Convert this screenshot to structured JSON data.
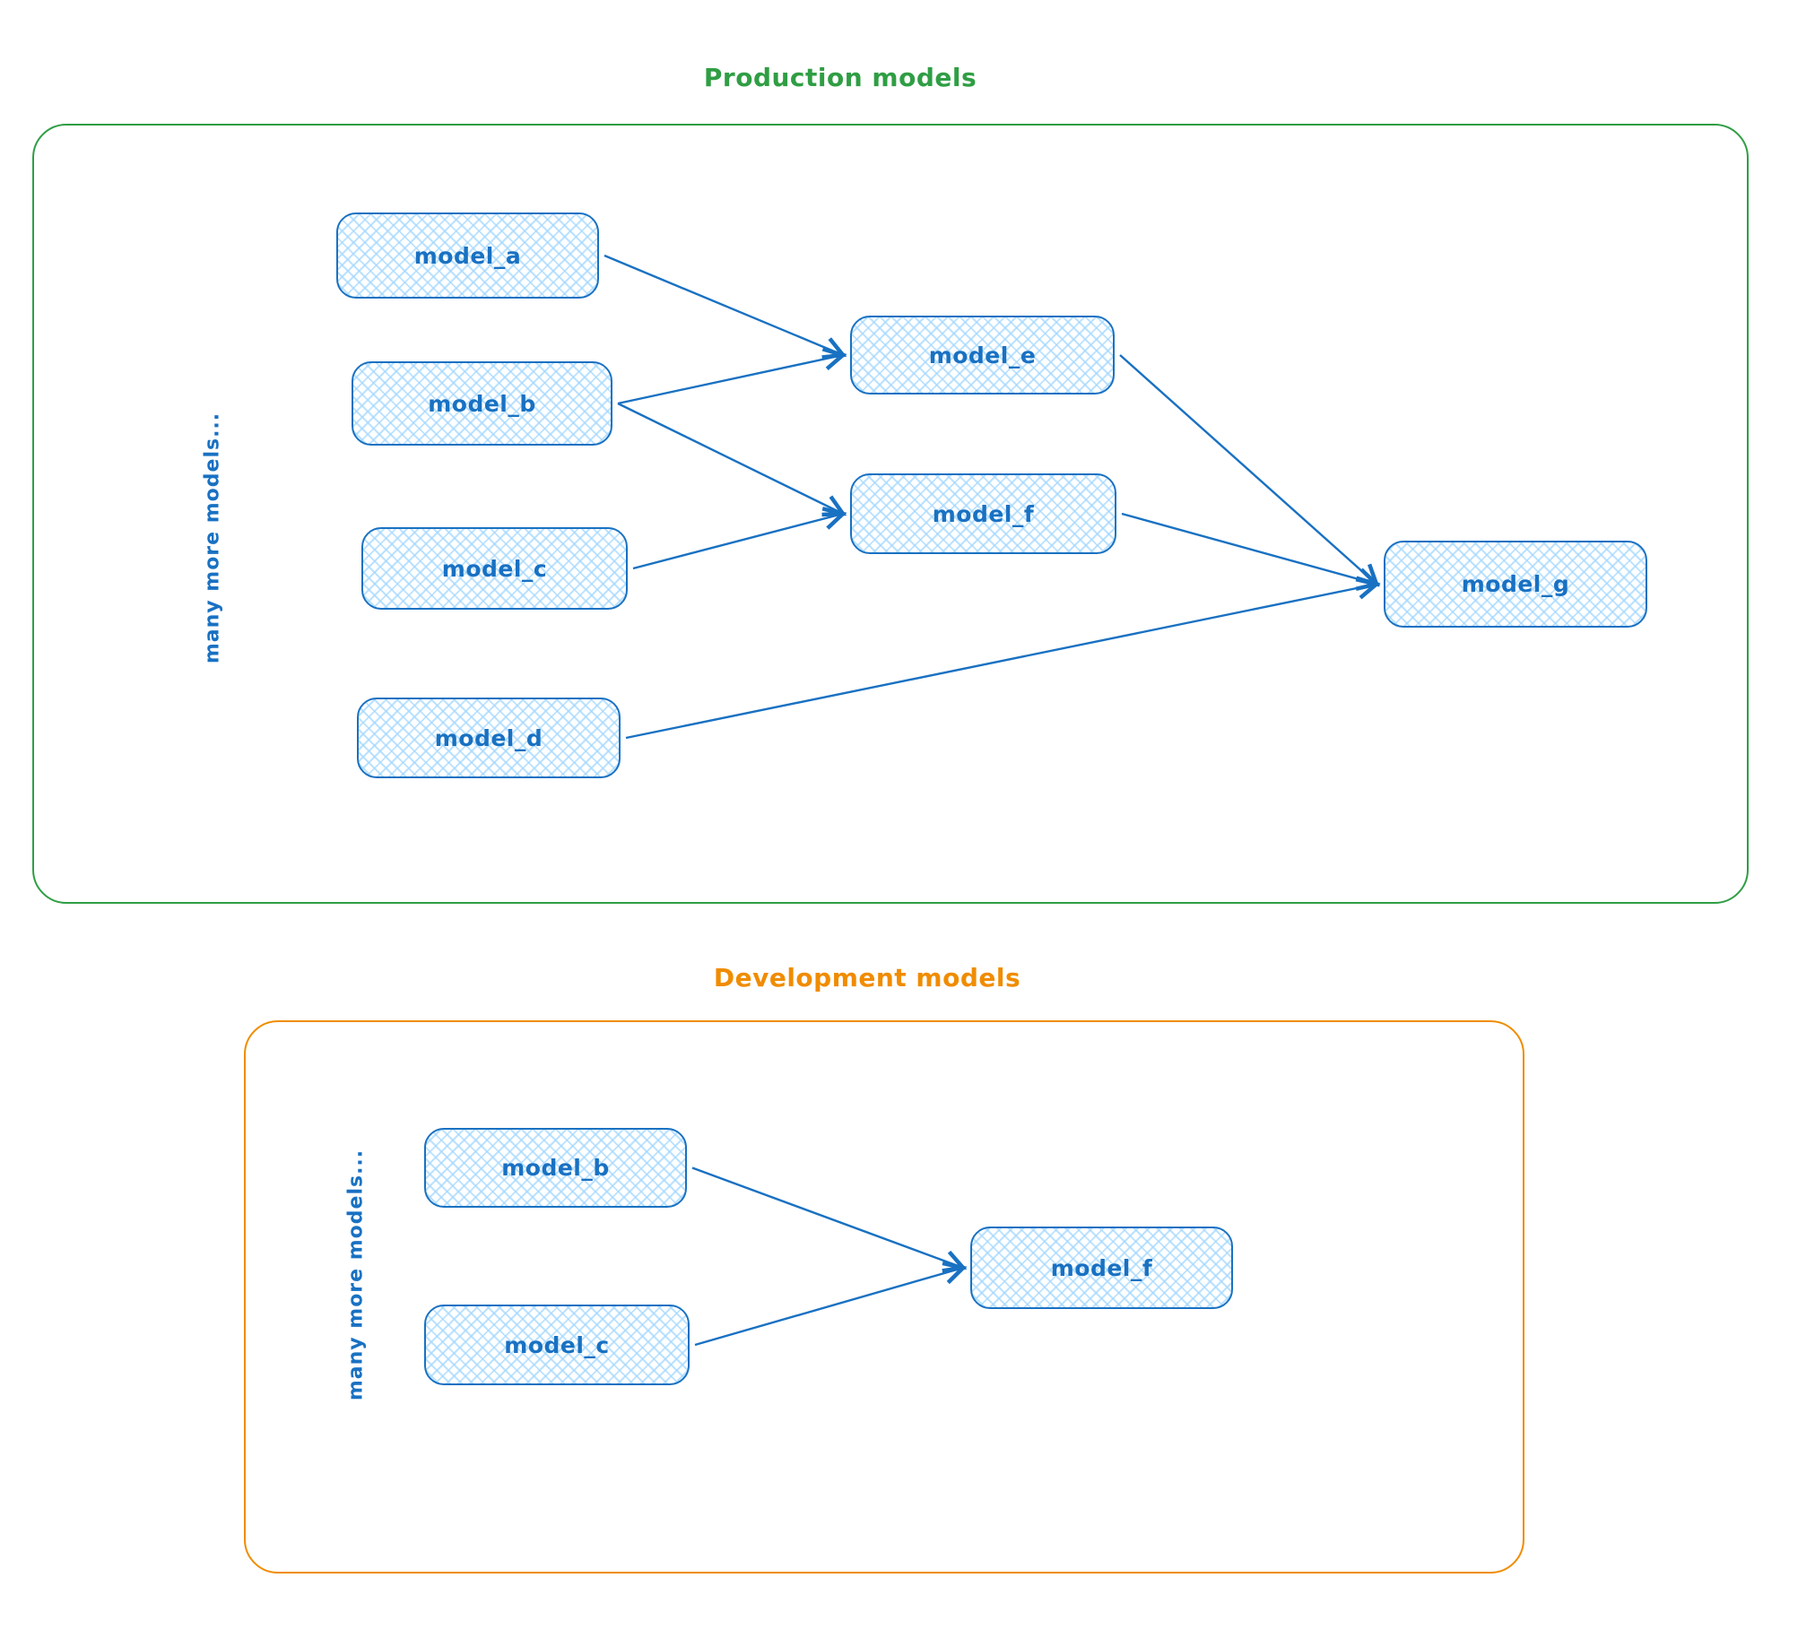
{
  "colors": {
    "blue": "#1971c2",
    "blue_fill": "#a5d8ff",
    "green": "#2f9e44",
    "orange": "#f08c00"
  },
  "production": {
    "title": "Production models",
    "side_label": "many more models...",
    "nodes": [
      {
        "id": "prod_model_a",
        "label": "model_a"
      },
      {
        "id": "prod_model_b",
        "label": "model_b"
      },
      {
        "id": "prod_model_c",
        "label": "model_c"
      },
      {
        "id": "prod_model_d",
        "label": "model_d"
      },
      {
        "id": "prod_model_e",
        "label": "model_e"
      },
      {
        "id": "prod_model_f",
        "label": "model_f"
      },
      {
        "id": "prod_model_g",
        "label": "model_g"
      }
    ],
    "edges": [
      {
        "from": "prod_model_a",
        "to": "prod_model_e"
      },
      {
        "from": "prod_model_b",
        "to": "prod_model_e"
      },
      {
        "from": "prod_model_b",
        "to": "prod_model_f"
      },
      {
        "from": "prod_model_c",
        "to": "prod_model_f"
      },
      {
        "from": "prod_model_e",
        "to": "prod_model_g"
      },
      {
        "from": "prod_model_f",
        "to": "prod_model_g"
      },
      {
        "from": "prod_model_d",
        "to": "prod_model_g"
      }
    ]
  },
  "development": {
    "title": "Development models",
    "side_label": "many more models...",
    "nodes": [
      {
        "id": "dev_model_b",
        "label": "model_b"
      },
      {
        "id": "dev_model_c",
        "label": "model_c"
      },
      {
        "id": "dev_model_f",
        "label": "model_f"
      }
    ],
    "edges": [
      {
        "from": "dev_model_b",
        "to": "dev_model_f"
      },
      {
        "from": "dev_model_c",
        "to": "dev_model_f"
      }
    ]
  }
}
